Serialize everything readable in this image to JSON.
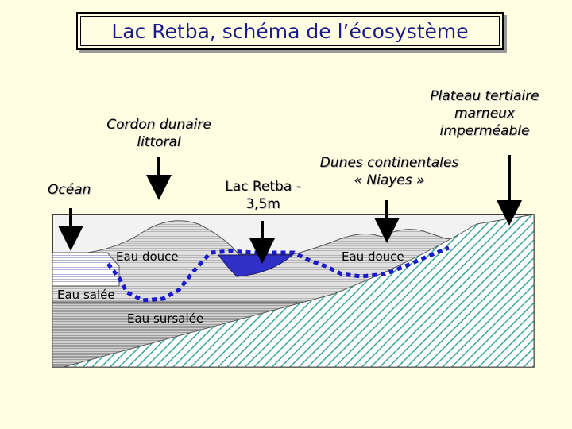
{
  "title": "Lac Retba, schéma de l’écosystème",
  "labels": {
    "ocean": "Océan",
    "cordon_line1": "Cordon dunaire",
    "cordon_line2": "littoral",
    "lac_line1": "Lac Retba -",
    "lac_line2": "3,5m",
    "dunes_line1": "Dunes continentales",
    "dunes_line2": "« Niayes »",
    "plateau_line1": "Plateau tertiaire",
    "plateau_line2": "marneux",
    "plateau_line3": "imperméable",
    "eau_douce_left": "Eau douce",
    "eau_douce_right": "Eau douce",
    "eau_salee": "Eau salée",
    "eau_sursalee": "Eau sursalée"
  },
  "colors": {
    "background": "#fffde2",
    "title_text": "#1a1a8a",
    "lake": "#3030c8",
    "plateau_hatch": "#3aa898",
    "dashed_boundary": "#1a1acc"
  }
}
